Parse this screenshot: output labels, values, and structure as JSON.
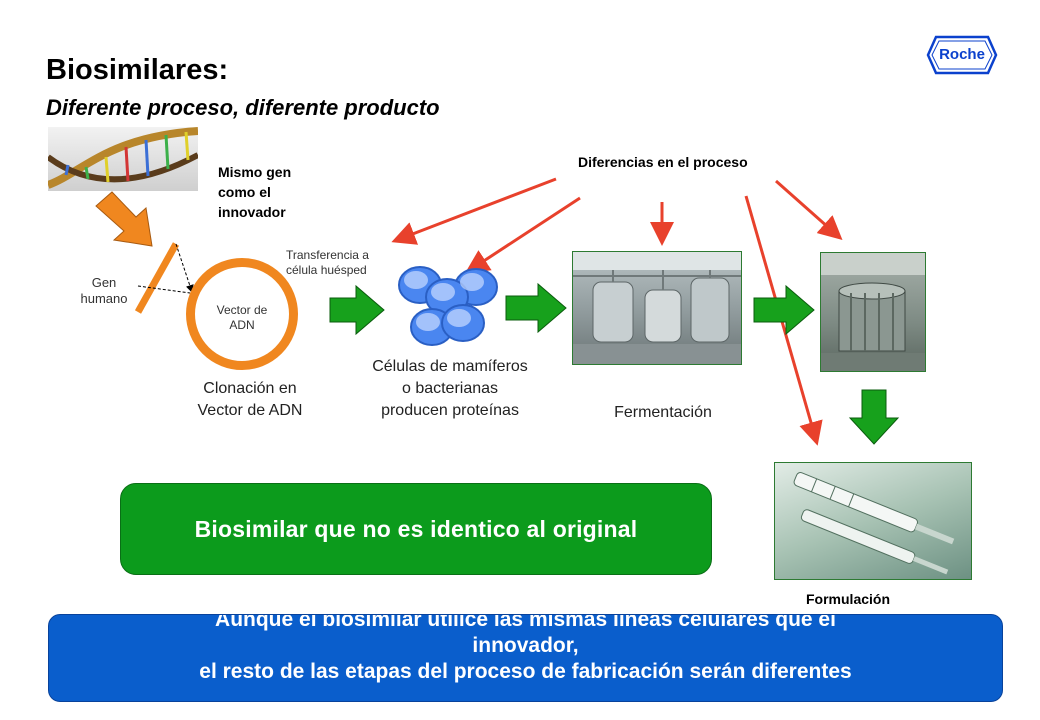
{
  "slide": {
    "title": "Biosimilares:",
    "subtitle": "Diferente proceso, diferente producto"
  },
  "logo": {
    "text": "Roche",
    "color": "#0b41cd"
  },
  "labels": {
    "mismo_gen": [
      "Mismo gen",
      "como el",
      "innovador"
    ],
    "diferencias": "Diferencias en el proceso",
    "gen_humano": [
      "Gen",
      "humano"
    ],
    "vector_adn": [
      "Vector de",
      "ADN"
    ],
    "transferencia": [
      "Transferencia a",
      "célula huésped"
    ],
    "clonacion": [
      "Clonación en",
      "Vector de ADN"
    ],
    "celulas": [
      "Células de mamíferos",
      "o bacterianas",
      "producen proteínas"
    ],
    "fermentacion": "Fermentación",
    "formulacion": "Formulación"
  },
  "callouts": {
    "green": "Biosimilar que no es identico al original",
    "blue_lines": [
      "Aunque el biosimilar utilice las mismas líneas celulares que el",
      "innovador,",
      "el resto de las etapas del proceso de fabricación serán diferentes"
    ]
  },
  "colors": {
    "green_box": "#0c9b1c",
    "blue_box": "#0a5ecc",
    "orange": "#f0871f",
    "red_arrows": "#e8412c",
    "green_arrows": "#17a11c",
    "cells": "#4a86f0"
  }
}
